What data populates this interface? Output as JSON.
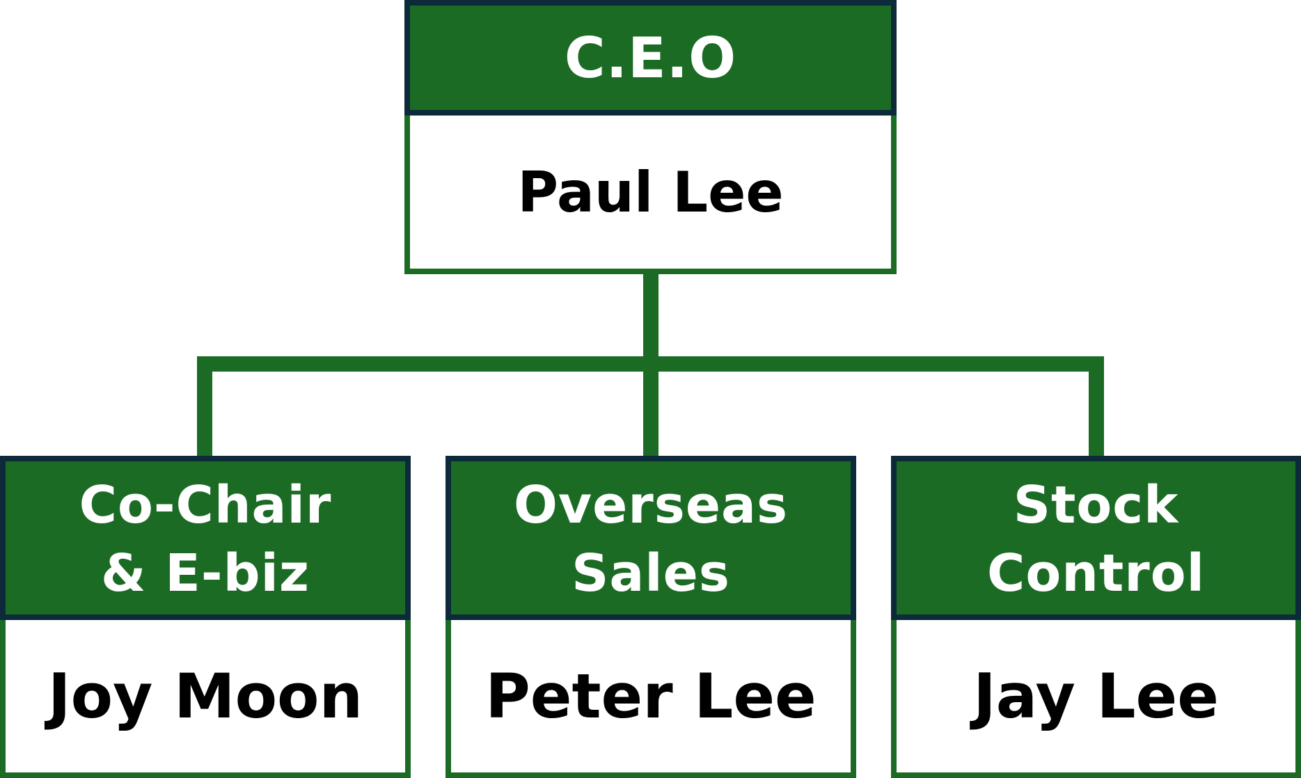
{
  "colors": {
    "header_fill": "#1b6b25",
    "header_border": "#0c2a3a",
    "connector": "#1b6b25",
    "body_fill": "#ffffff",
    "name_text": "#000000",
    "title_text": "#ffffff"
  },
  "ceo": {
    "title": "C.E.O",
    "name": "Paul Lee"
  },
  "children": [
    {
      "title_line1": "Co-Chair",
      "title_line2": "& E-biz",
      "name": "Joy Moon"
    },
    {
      "title_line1": "Overseas",
      "title_line2": "Sales",
      "name": "Peter Lee"
    },
    {
      "title_line1": "Stock",
      "title_line2": "Control",
      "name": "Jay Lee"
    }
  ]
}
